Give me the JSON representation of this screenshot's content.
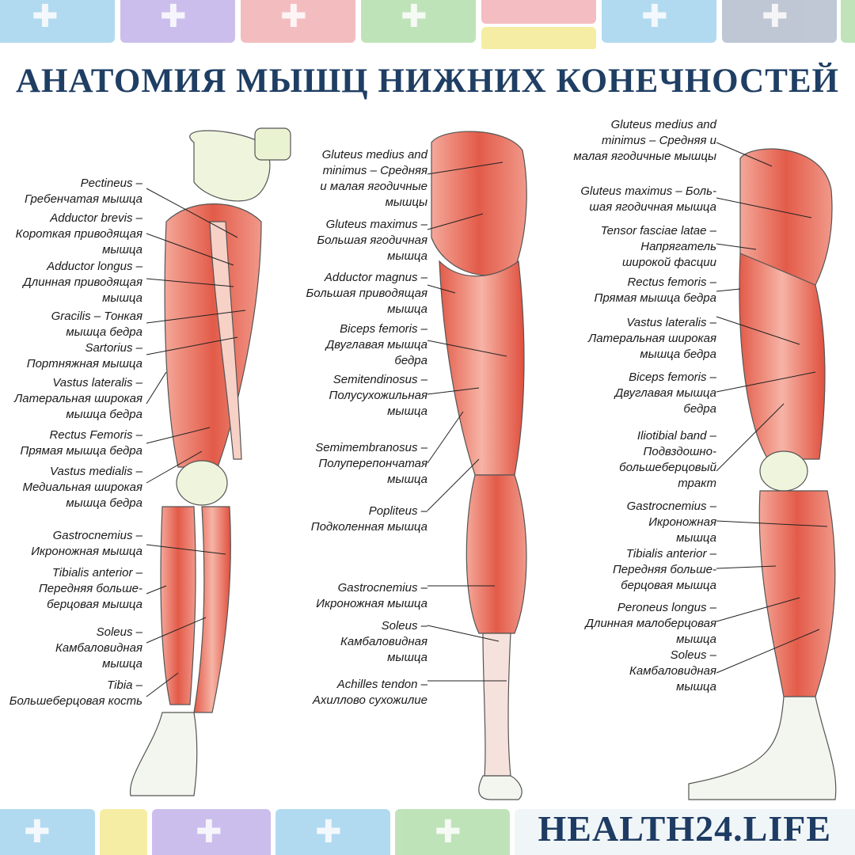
{
  "title": "АНАТОМИЯ МЫШЦ НИЖНИХ КОНЕЧНОСТЕЙ",
  "brand": "HEALTH24.LIFE",
  "colors": {
    "title": "#1f3e63",
    "muscle": "#e05a4a",
    "muscle_light": "#f4a89a",
    "bone": "#ecf3d8"
  },
  "left_labels": [
    {
      "id": "pectineus",
      "lines": [
        "Pectineus –",
        "Гребенчатая мышца"
      ]
    },
    {
      "id": "adductor-brevis",
      "lines": [
        "Adductor brevis –",
        "Короткая приводящая",
        "мышца"
      ]
    },
    {
      "id": "adductor-longus",
      "lines": [
        "Adductor longus –",
        "Длинная приводящая",
        "мышца"
      ]
    },
    {
      "id": "gracilis",
      "lines": [
        "Gracilis – Тонкая",
        "мышца бедра"
      ]
    },
    {
      "id": "sartorius",
      "lines": [
        "Sartorius –",
        "Портняжная мышца"
      ]
    },
    {
      "id": "vastus-lateralis",
      "lines": [
        "Vastus lateralis –",
        "Латеральная широкая",
        "мышца бедра"
      ]
    },
    {
      "id": "rectus-femoris",
      "lines": [
        "Rectus Femoris –",
        "Прямая мышца бедра"
      ]
    },
    {
      "id": "vastus-medialis",
      "lines": [
        "Vastus medialis –",
        "Медиальная широкая",
        "мышца бедра"
      ]
    },
    {
      "id": "gastrocnemius",
      "lines": [
        "Gastrocnemius –",
        "Икроножная мышца"
      ]
    },
    {
      "id": "tibialis-anterior",
      "lines": [
        "Tibialis anterior –",
        "Передняя больше-",
        "берцовая мышца"
      ]
    },
    {
      "id": "soleus",
      "lines": [
        "Soleus –",
        "Камбаловидная",
        "мышца"
      ]
    },
    {
      "id": "tibia",
      "lines": [
        "Tibia –",
        "Большеберцовая кость"
      ]
    }
  ],
  "middle_labels": [
    {
      "id": "gluteus-medius",
      "lines": [
        "Gluteus medius and",
        "minimus – Средняя",
        "и малая ягодичные",
        "мышцы"
      ]
    },
    {
      "id": "gluteus-maximus",
      "lines": [
        "Gluteus maximus –",
        "Большая ягодичная",
        "мышца"
      ]
    },
    {
      "id": "adductor-magnus",
      "lines": [
        "Adductor magnus –",
        "Большая приводящая",
        "мышца"
      ]
    },
    {
      "id": "biceps-femoris",
      "lines": [
        "Biceps femoris –",
        "Двуглавая мышца",
        "бедра"
      ]
    },
    {
      "id": "semitendinosus",
      "lines": [
        "Semitendinosus –",
        "Полусухожильная",
        "мышца"
      ]
    },
    {
      "id": "semimembranosus",
      "lines": [
        "Semimembranosus –",
        "Полуперепончатая",
        "мышца"
      ]
    },
    {
      "id": "popliteus",
      "lines": [
        "Popliteus –",
        "Подколенная мышца"
      ]
    },
    {
      "id": "gastrocnemius",
      "lines": [
        "Gastrocnemius –",
        "Икроножная мышца"
      ]
    },
    {
      "id": "soleus",
      "lines": [
        "Soleus –",
        "Камбаловидная",
        "мышца"
      ]
    },
    {
      "id": "achilles",
      "lines": [
        "Achilles tendon –",
        "Ахиллово сухожилие"
      ]
    }
  ],
  "right_labels": [
    {
      "id": "gluteus-medius",
      "lines": [
        "Gluteus medius and",
        "minimus – Средняя и",
        "малая ягодичные мышцы"
      ]
    },
    {
      "id": "gluteus-maximus",
      "lines": [
        "Gluteus maximus – Боль-",
        "шая ягодичная мышца"
      ]
    },
    {
      "id": "tensor-fasciae",
      "lines": [
        "Tensor fasciae latae –",
        "Напрягатель",
        "широкой фасции"
      ]
    },
    {
      "id": "rectus-femoris",
      "lines": [
        "Rectus femoris –",
        "Прямая мышца бедра"
      ]
    },
    {
      "id": "vastus-lateralis",
      "lines": [
        "Vastus lateralis –",
        "Латеральная широкая",
        "мышца бедра"
      ]
    },
    {
      "id": "biceps-femoris",
      "lines": [
        "Biceps femoris –",
        "Двуглавая мышца",
        "бедра"
      ]
    },
    {
      "id": "iliotibial",
      "lines": [
        "Iliotibial band –",
        "Подвздошно-",
        "большеберцовый",
        "тракт"
      ]
    },
    {
      "id": "gastrocnemius",
      "lines": [
        "Gastrocnemius –",
        "Икроножная",
        "мышца"
      ]
    },
    {
      "id": "tibialis-anterior",
      "lines": [
        "Tibialis anterior –",
        "Передняя больше-",
        "берцовая мышца"
      ]
    },
    {
      "id": "peroneus-longus",
      "lines": [
        "Peroneus longus –",
        "Длинная малоберцовая",
        "мышца"
      ]
    },
    {
      "id": "soleus",
      "lines": [
        "Soleus –",
        "Камбаловидная",
        "мышца"
      ]
    }
  ]
}
